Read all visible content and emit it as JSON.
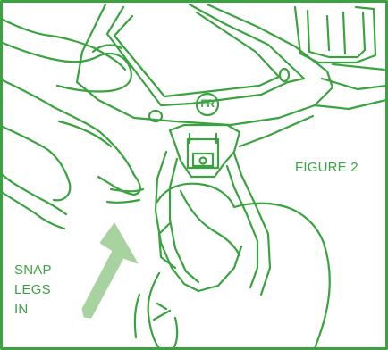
{
  "figure": {
    "label": "FIGURE 2",
    "badge": "FR",
    "instruction_lines": [
      "SNAP",
      "LEGS",
      "IN"
    ]
  },
  "colors": {
    "line": "#3aa340",
    "arrow_fill": "#a8d3a0",
    "background": "#ffffff"
  },
  "icons": {
    "arrow": "arrow-up-icon"
  }
}
